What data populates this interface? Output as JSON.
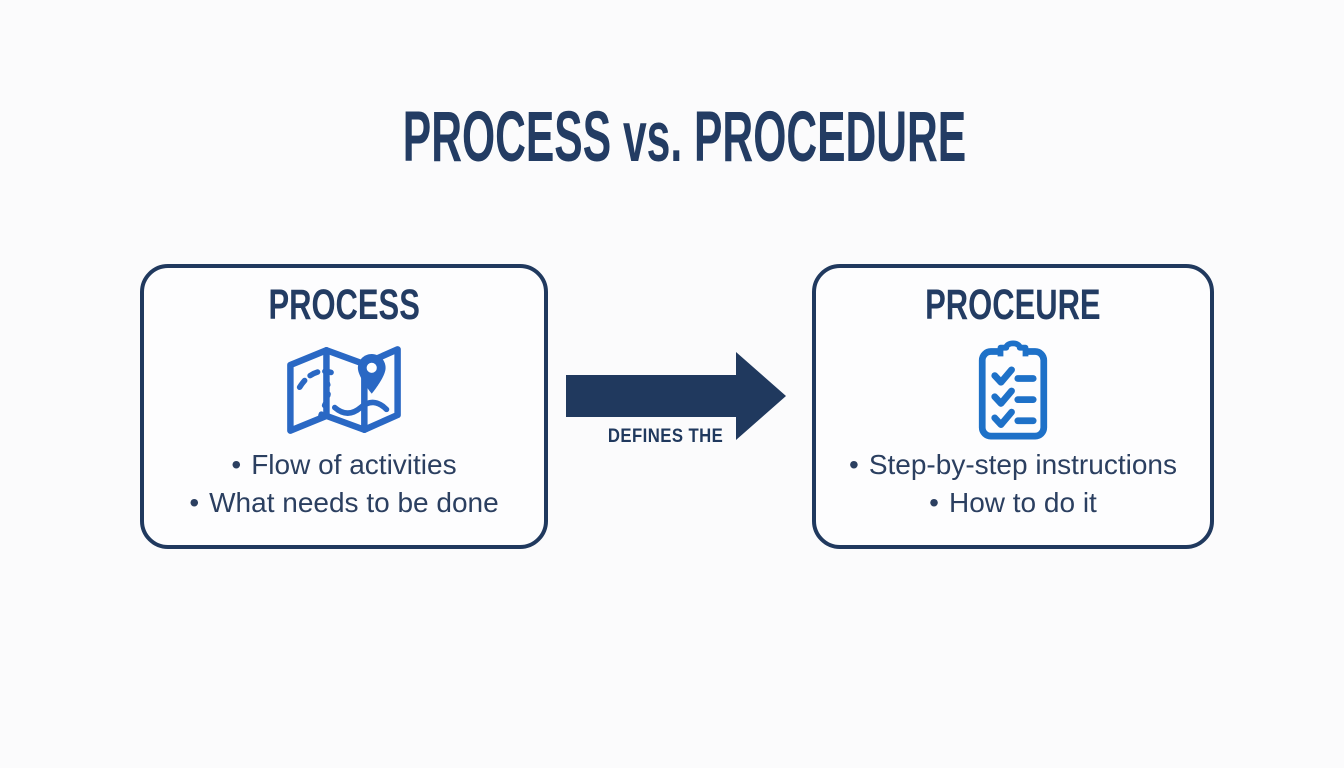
{
  "title": "PROCESS vs. PROCEDURE",
  "connector": {
    "label": "DEFINES THE",
    "direction": "right"
  },
  "cards": [
    {
      "id": "process",
      "heading": "PROCESS",
      "icon": "map-icon",
      "bullets": [
        "Flow of activities",
        "What needs to be done"
      ]
    },
    {
      "id": "procedure",
      "heading": "PROCEURE",
      "icon": "clipboard-checklist-icon",
      "bullets": [
        "Step-by-step instructions",
        "How to do it"
      ]
    }
  ],
  "misc": {
    "bullet_glyph": "•"
  },
  "colors": {
    "navy": "#20395e",
    "heading_text": "#233c63",
    "bullet_text": "#2b3f60",
    "map_icon_blue": "#2a68c4",
    "clipboard_icon_blue": "#1e71c8",
    "background": "#fbfbfc",
    "card_background": "#fdfdfe"
  }
}
